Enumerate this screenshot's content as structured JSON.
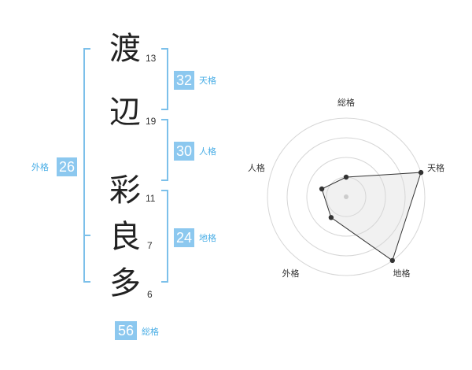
{
  "name": {
    "characters": [
      {
        "char": "渡",
        "strokes": "13"
      },
      {
        "char": "辺",
        "strokes": "19"
      },
      {
        "char": "彩",
        "strokes": "11"
      },
      {
        "char": "良",
        "strokes": "7"
      },
      {
        "char": "多",
        "strokes": "6"
      }
    ]
  },
  "fortune": {
    "tenkaku": {
      "label": "天格",
      "value": "32"
    },
    "jinkaku": {
      "label": "人格",
      "value": "30"
    },
    "chikaku": {
      "label": "地格",
      "value": "24"
    },
    "gaikaku": {
      "label": "外格",
      "value": "26"
    },
    "soukaku": {
      "label": "総格",
      "value": "56"
    }
  },
  "colors": {
    "accent": "#8cc8ef",
    "accent_text": "#4aaee6",
    "bracket": "#7cc0ea"
  },
  "chart_data": {
    "type": "radar",
    "axes": [
      "総格",
      "天格",
      "地格",
      "外格",
      "人格"
    ],
    "levels": 4,
    "max": 4,
    "values": [
      1,
      4,
      4,
      1.3,
      1.3
    ]
  }
}
